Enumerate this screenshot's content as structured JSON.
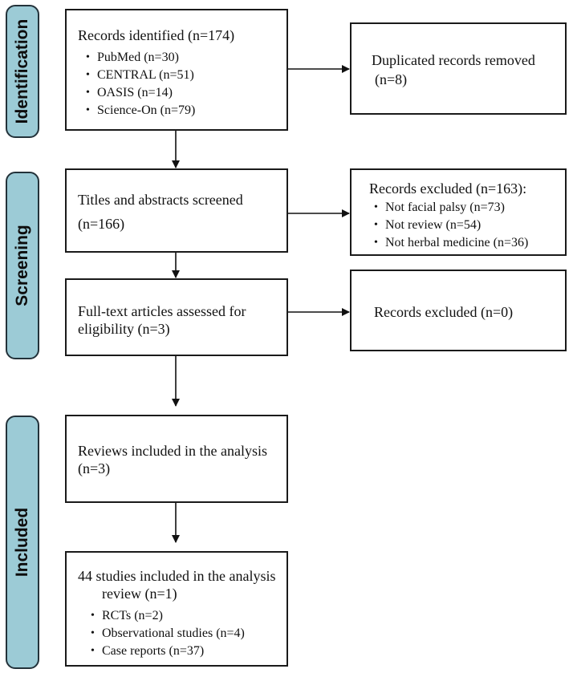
{
  "phases": {
    "identification": "Identification",
    "screening": "Screening",
    "included": "Included"
  },
  "boxes": {
    "identified": {
      "title": "Records identified (n=174)",
      "items": [
        "PubMed (n=30)",
        "CENTRAL (n=51)",
        "OASIS (n=14)",
        "Science-On (n=79)"
      ]
    },
    "duplicates": {
      "line1": "Duplicated records removed",
      "line2": "(n=8)"
    },
    "screened": {
      "line1": "Titles and abstracts screened",
      "line2": "(n=166)"
    },
    "excluded_screen": {
      "title": "Records excluded (n=163):",
      "items": [
        "Not facial palsy (n=73)",
        "Not review (n=54)",
        "Not herbal medicine (n=36)"
      ]
    },
    "fulltext": {
      "line1": "Full-text articles assessed for",
      "line2": "eligibility (n=3)"
    },
    "excluded_full": {
      "line1": "Records excluded (n=0)"
    },
    "reviews": {
      "line1": "Reviews included in the analysis",
      "line2": "(n=3)"
    },
    "studies": {
      "line1": "44 studies included in the analysis",
      "line2": "review (n=1)",
      "items": [
        "RCTs (n=2)",
        "Observational studies (n=4)",
        "Case reports (n=37)"
      ]
    }
  }
}
